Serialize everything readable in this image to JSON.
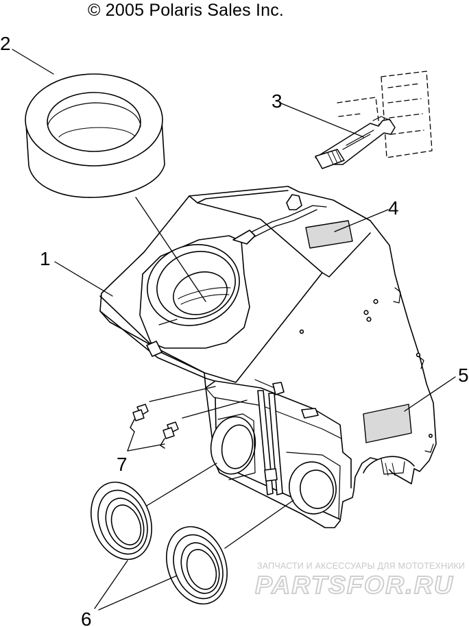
{
  "copyright": "© 2005 Polaris Sales Inc.",
  "callouts": {
    "c1": "1",
    "c2": "2",
    "c3": "3",
    "c4": "4",
    "c5": "5",
    "c6": "6",
    "c7": "7"
  },
  "watermark": {
    "caption": "ЗАПЧАСТИ И АКСЕССУАРЫ ДЛЯ МОТОТЕХНИКИ",
    "logo": "PARTSFOR.RU",
    "color": "#c8c8c8"
  },
  "colors": {
    "line": "#000000",
    "fill": "#ffffff",
    "label_fill": "#d9d9d9"
  }
}
